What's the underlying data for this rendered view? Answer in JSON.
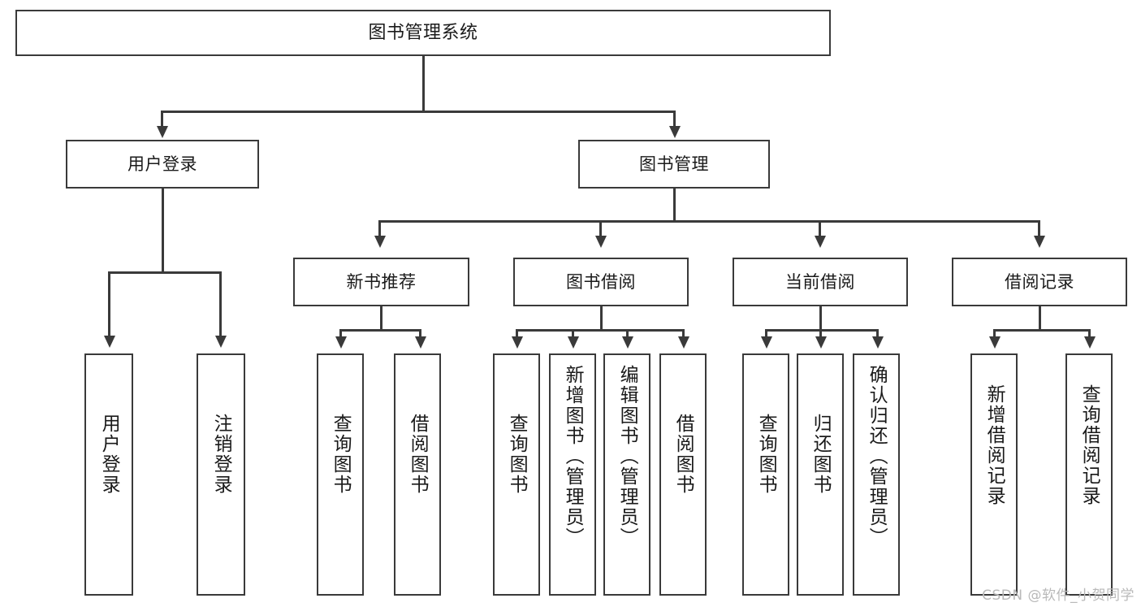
{
  "diagram": {
    "title": "图书管理系统",
    "type": "functional-structure-tree",
    "watermark": "CSDN @软件_小贺同学",
    "colors": {
      "stroke": "#3a3a3a",
      "fill": "#ffffff",
      "text": "#1a1a1a",
      "watermark": "#b9b9b9"
    },
    "root": {
      "label": "图书管理系统"
    },
    "level2": [
      {
        "id": "user-login",
        "label": "用户登录"
      },
      {
        "id": "book-manage",
        "label": "图书管理"
      }
    ],
    "level3": [
      {
        "id": "new-book-rec",
        "label": "新书推荐"
      },
      {
        "id": "book-borrow",
        "label": "图书借阅"
      },
      {
        "id": "current-borrow",
        "label": "当前借阅"
      },
      {
        "id": "borrow-record",
        "label": "借阅记录"
      }
    ],
    "leaves": {
      "user_login": [
        {
          "label": "用户登录"
        },
        {
          "label": "注销登录"
        }
      ],
      "new_book_rec": [
        {
          "label": "查询图书"
        },
        {
          "label": "借阅图书"
        }
      ],
      "book_borrow": [
        {
          "label": "查询图书"
        },
        {
          "label": "新增图书（管理员）"
        },
        {
          "label": "编辑图书（管理员）"
        },
        {
          "label": "借阅图书"
        }
      ],
      "current_borrow": [
        {
          "label": "查询图书"
        },
        {
          "label": "归还图书"
        },
        {
          "label": "确认归还（管理员）"
        }
      ],
      "borrow_record": [
        {
          "label": "新增借阅记录"
        },
        {
          "label": "查询借阅记录"
        }
      ]
    }
  }
}
